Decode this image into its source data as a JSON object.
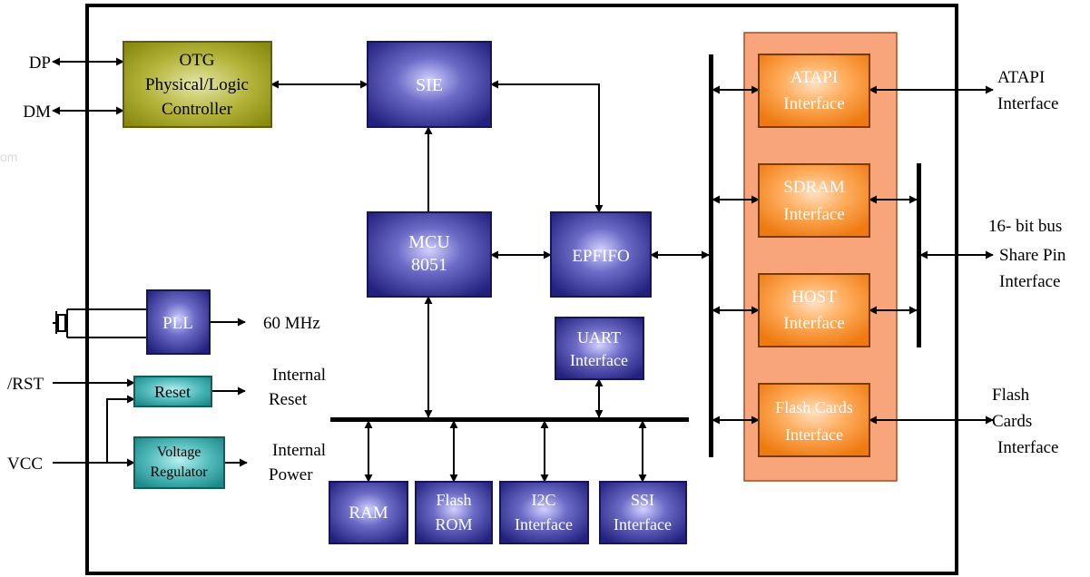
{
  "watermark": "om",
  "blocks": {
    "otg": {
      "line1": "OTG",
      "line2": "Physical/Logic",
      "line3": "Controller"
    },
    "sie": {
      "line1": "SIE"
    },
    "mcu": {
      "line1": "MCU",
      "line2": "8051"
    },
    "epfifo": {
      "line1": "EPFIFO"
    },
    "uart": {
      "line1": "UART",
      "line2": "Interface"
    },
    "pll": {
      "line1": "PLL"
    },
    "reset": {
      "line1": "Reset"
    },
    "vreg": {
      "line1": "Voltage",
      "line2": "Regulator"
    },
    "ram": {
      "line1": "RAM"
    },
    "flashrom": {
      "line1": "Flash",
      "line2": "ROM"
    },
    "i2c": {
      "line1": "I2C",
      "line2": "Interface"
    },
    "ssi": {
      "line1": "SSI",
      "line2": "Interface"
    },
    "atapi": {
      "line1": "ATAPI",
      "line2": "Interface"
    },
    "sdram": {
      "line1": "SDRAM",
      "line2": "Interface"
    },
    "host": {
      "line1": "HOST",
      "line2": "Interface"
    },
    "flashcards": {
      "line1": "Flash Cards",
      "line2": "Interface"
    }
  },
  "signals": {
    "dp": "DP",
    "dm": "DM",
    "rst": "/RST",
    "vcc": "VCC",
    "mhz": "60 MHz",
    "internal_reset_1": "Internal",
    "internal_reset_2": "Reset",
    "internal_power_1": "Internal",
    "internal_power_2": "Power"
  },
  "external": {
    "atapi_1": "ATAPI",
    "atapi_2": "Interface",
    "bus_1": "16- bit bus",
    "bus_2": "Share Pin",
    "bus_3": "Interface",
    "flash_1": "Flash",
    "flash_2": "Cards",
    "flash_3": "Interface"
  },
  "colors": {
    "navy_block": "#2b2b8c",
    "navy_highlight": "#c8c8ff",
    "otg_fill": "#9c9c14",
    "teal_block": "#2a9a9a",
    "orange_block": "#f28c28",
    "salmon_panel": "#f9a57c",
    "line": "#000000"
  }
}
